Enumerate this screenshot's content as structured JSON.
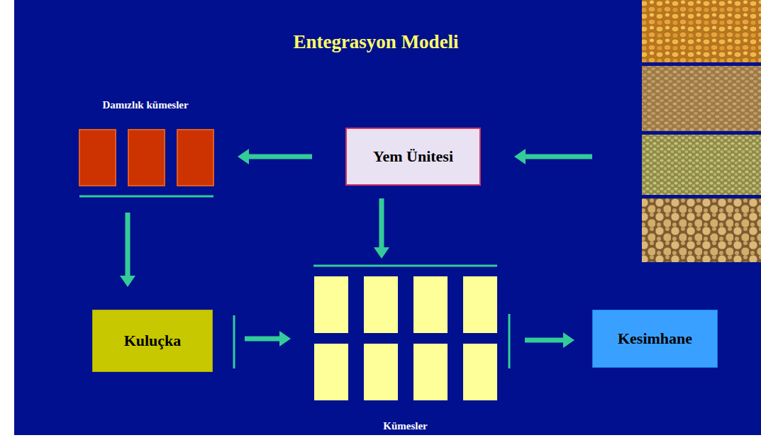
{
  "diagram": {
    "title": "Entegrasyon Modeli",
    "nodes": [
      {
        "text": [
          "Damızlık kümesler"
        ]
      },
      {
        "text": [
          "Yem Ünitesi"
        ]
      },
      {
        "text": [
          "Kuluçka"
        ]
      },
      {
        "text": [
          "Kümesler"
        ]
      },
      {
        "text": [
          "Kesimhane"
        ]
      }
    ],
    "edges": [
      {
        "from": 1,
        "to": 0,
        "arrow": "to"
      },
      {
        "from": 0,
        "to": 2,
        "arrow": "to"
      },
      {
        "from": 1,
        "to": 3,
        "arrow": "to"
      },
      {
        "from": 2,
        "to": 3,
        "arrow": "to"
      },
      {
        "from": 3,
        "to": 4,
        "arrow": "to"
      }
    ]
  }
}
